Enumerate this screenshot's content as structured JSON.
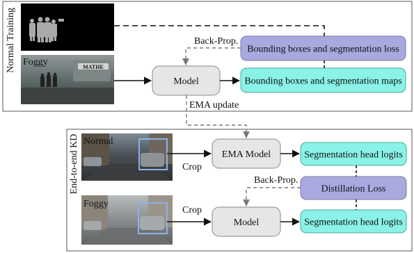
{
  "sections": {
    "top": {
      "title": "Normal Training"
    },
    "bottom": {
      "title": "End-to-end KD"
    }
  },
  "images": {
    "mask": {
      "caption": ""
    },
    "foggy_top": {
      "caption": "Foggy",
      "sign_text": "MATHE"
    },
    "normal": {
      "caption": "Normal"
    },
    "foggy_bottom": {
      "caption": "Foggy"
    }
  },
  "nodes": {
    "model_top": "Model",
    "loss_top": "Bounding boxes and segmentation loss",
    "output_top": "Bounding boxes and segmentation maps",
    "ema_model": "EMA Model",
    "seg_logits_top": "Segmentation head logits",
    "distill_loss": "Distillation Loss",
    "model_bottom": "Model",
    "seg_logits_bottom": "Segmentation head logits"
  },
  "edge_labels": {
    "backprop_top": "Back-Prop.",
    "ema_update": "EMA update",
    "crop_top": "Crop",
    "backprop_bottom": "Back-Prop.",
    "crop_bottom": "Crop"
  },
  "colors": {
    "model_fill": "#e6e6e6",
    "loss_fill": "#a9a9e0",
    "output_fill": "#8af2e6",
    "crop_box": "#8ab4e8"
  }
}
